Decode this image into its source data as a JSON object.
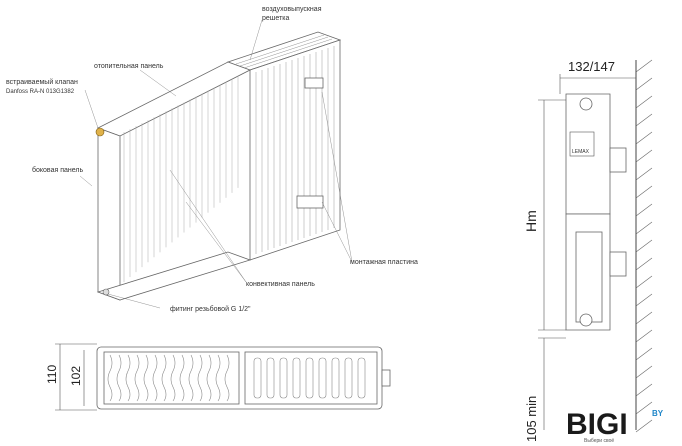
{
  "labels": {
    "air_vent_grille": "воздуховыпускная\nрешетка",
    "heating_panel": "отопительная панель",
    "built_in_valve": "встраиваемый клапан\nDanfoss RA-N 013G1382",
    "side_panel": "боковая панель",
    "mounting_plate": "монтажная пластина",
    "convection_panel": "конвективная панель",
    "fitting": "фитинг резьбовой G 1/2\""
  },
  "dimensions": {
    "depth": "132/147",
    "height": "Hm",
    "outer_height": "110",
    "inner_height": "102",
    "min_floor": "105 min"
  },
  "brand": {
    "name": "BIGI",
    "suffix": "BY",
    "tagline": "Выбери своё",
    "unit_badge": "LEMAX",
    "color_dark": "#1a1a1a",
    "color_blue": "#1f86c8"
  }
}
